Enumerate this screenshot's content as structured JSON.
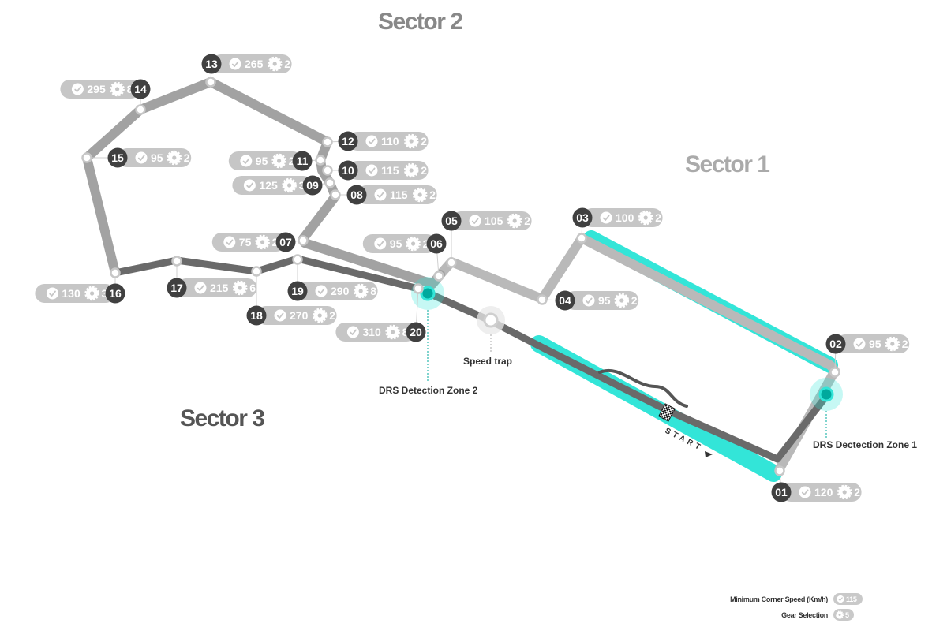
{
  "sectors": [
    {
      "label": "Sector 1",
      "color": "#aaaaaa"
    },
    {
      "label": "Sector 2",
      "color": "#888888"
    },
    {
      "label": "Sector 3",
      "color": "#555555"
    }
  ],
  "colors": {
    "drs": "#33e5d8",
    "drs_dot": "#00a99d",
    "sector1_track": "#b9b9b9",
    "sector2_track": "#a2a2a2",
    "sector3_track": "#6a6a6a",
    "badge": "#404040",
    "pill": "#c6c6c6"
  },
  "corners": [
    {
      "num": "01",
      "speed": "120",
      "gear": "2"
    },
    {
      "num": "02",
      "speed": "95",
      "gear": "2"
    },
    {
      "num": "03",
      "speed": "100",
      "gear": "2"
    },
    {
      "num": "04",
      "speed": "95",
      "gear": "2"
    },
    {
      "num": "05",
      "speed": "105",
      "gear": "2"
    },
    {
      "num": "06",
      "speed": "95",
      "gear": "2"
    },
    {
      "num": "07",
      "speed": "75",
      "gear": "2"
    },
    {
      "num": "08",
      "speed": "115",
      "gear": "2"
    },
    {
      "num": "09",
      "speed": "125",
      "gear": "3"
    },
    {
      "num": "10",
      "speed": "115",
      "gear": "2"
    },
    {
      "num": "11",
      "speed": "95",
      "gear": "2"
    },
    {
      "num": "12",
      "speed": "110",
      "gear": "2"
    },
    {
      "num": "13",
      "speed": "265",
      "gear": "2"
    },
    {
      "num": "14",
      "speed": "295",
      "gear": "8"
    },
    {
      "num": "15",
      "speed": "95",
      "gear": "2"
    },
    {
      "num": "16",
      "speed": "130",
      "gear": "3"
    },
    {
      "num": "17",
      "speed": "215",
      "gear": "6"
    },
    {
      "num": "18",
      "speed": "270",
      "gear": "2"
    },
    {
      "num": "19",
      "speed": "290",
      "gear": "8"
    },
    {
      "num": "20",
      "speed": "310",
      "gear": "8"
    }
  ],
  "labels": {
    "speed_trap": "Speed trap",
    "drs_zone_1": "DRS Dectection Zone 1",
    "drs_zone_2": "DRS Detection Zone 2",
    "start": "START"
  },
  "legend": {
    "speed_label": "Minimum Corner Speed (Km/h)",
    "speed_example": "115",
    "gear_label": "Gear Selection",
    "gear_example": "5"
  },
  "icons": {
    "speed": "speedometer-icon",
    "gear": "gear-icon",
    "start": "checkered-flag-icon",
    "direction": "direction-arrow-icon"
  }
}
